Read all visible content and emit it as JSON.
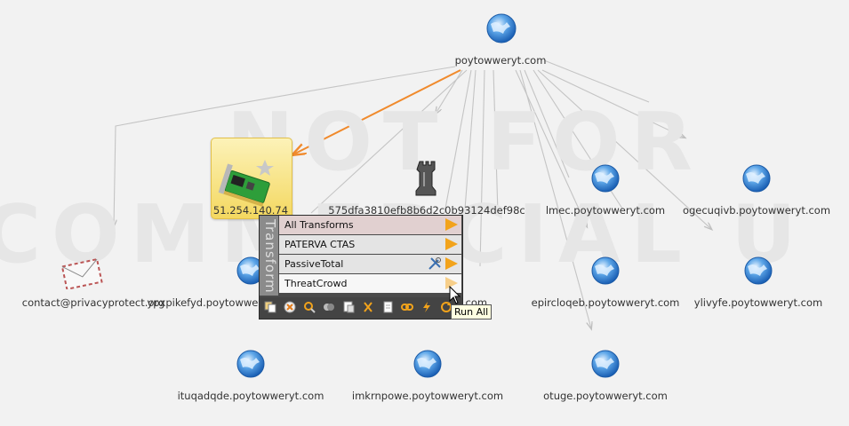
{
  "watermark": {
    "line1": "NOT FOR",
    "line2": "COMMERCIAL U"
  },
  "root": {
    "label": "poytowweryt.com",
    "icon": "globe-icon"
  },
  "selected": {
    "label": "51.254.140.74",
    "icon": "network-card-icon"
  },
  "hash_node": {
    "label": "575dfa3810efb8b6d2c0b93124def98c",
    "icon": "chess-rook-icon"
  },
  "nodes": [
    {
      "label": "contact@privacyprotect.org",
      "icon": "envelope-icon"
    },
    {
      "label": "ypxpikefyd.poytowweryt.com",
      "icon": "globe-icon"
    },
    {
      "label": "lmec.poytowweryt.com",
      "icon": "globe-icon"
    },
    {
      "label": "ogecuqivb.poytowweryt.com",
      "icon": "globe-icon"
    },
    {
      "label": "epircloqeb.poytowweryt.com",
      "icon": "globe-icon"
    },
    {
      "label": "ylivyfe.poytowweryt.com",
      "icon": "globe-icon"
    },
    {
      "label": "ituqadqde.poytowweryt.com",
      "icon": "globe-icon"
    },
    {
      "label": "imkrnpowe.poytowweryt.com",
      "icon": "globe-icon"
    },
    {
      "label": "otuge.poytowweryt.com",
      "icon": "globe-icon"
    },
    {
      "label": ".com",
      "icon": ""
    }
  ],
  "context_menu": {
    "side_title": "Transform",
    "items": [
      {
        "label": "All Transforms"
      },
      {
        "label": "PATERVA CTAS"
      },
      {
        "label": "PassiveTotal"
      },
      {
        "label": "ThreatCrowd"
      }
    ],
    "toolbar_icons": [
      "copy-icon",
      "delete-icon",
      "search-icon",
      "merge-icon",
      "paste-icon",
      "cut-icon",
      "document-icon",
      "link-icon",
      "run-transform-icon",
      "refresh-icon"
    ]
  },
  "tooltip": "Run All",
  "colors": {
    "edge": "#c4c4c4",
    "selected_edge": "#f08a2c",
    "accent_arrow": "#f2a31b"
  }
}
